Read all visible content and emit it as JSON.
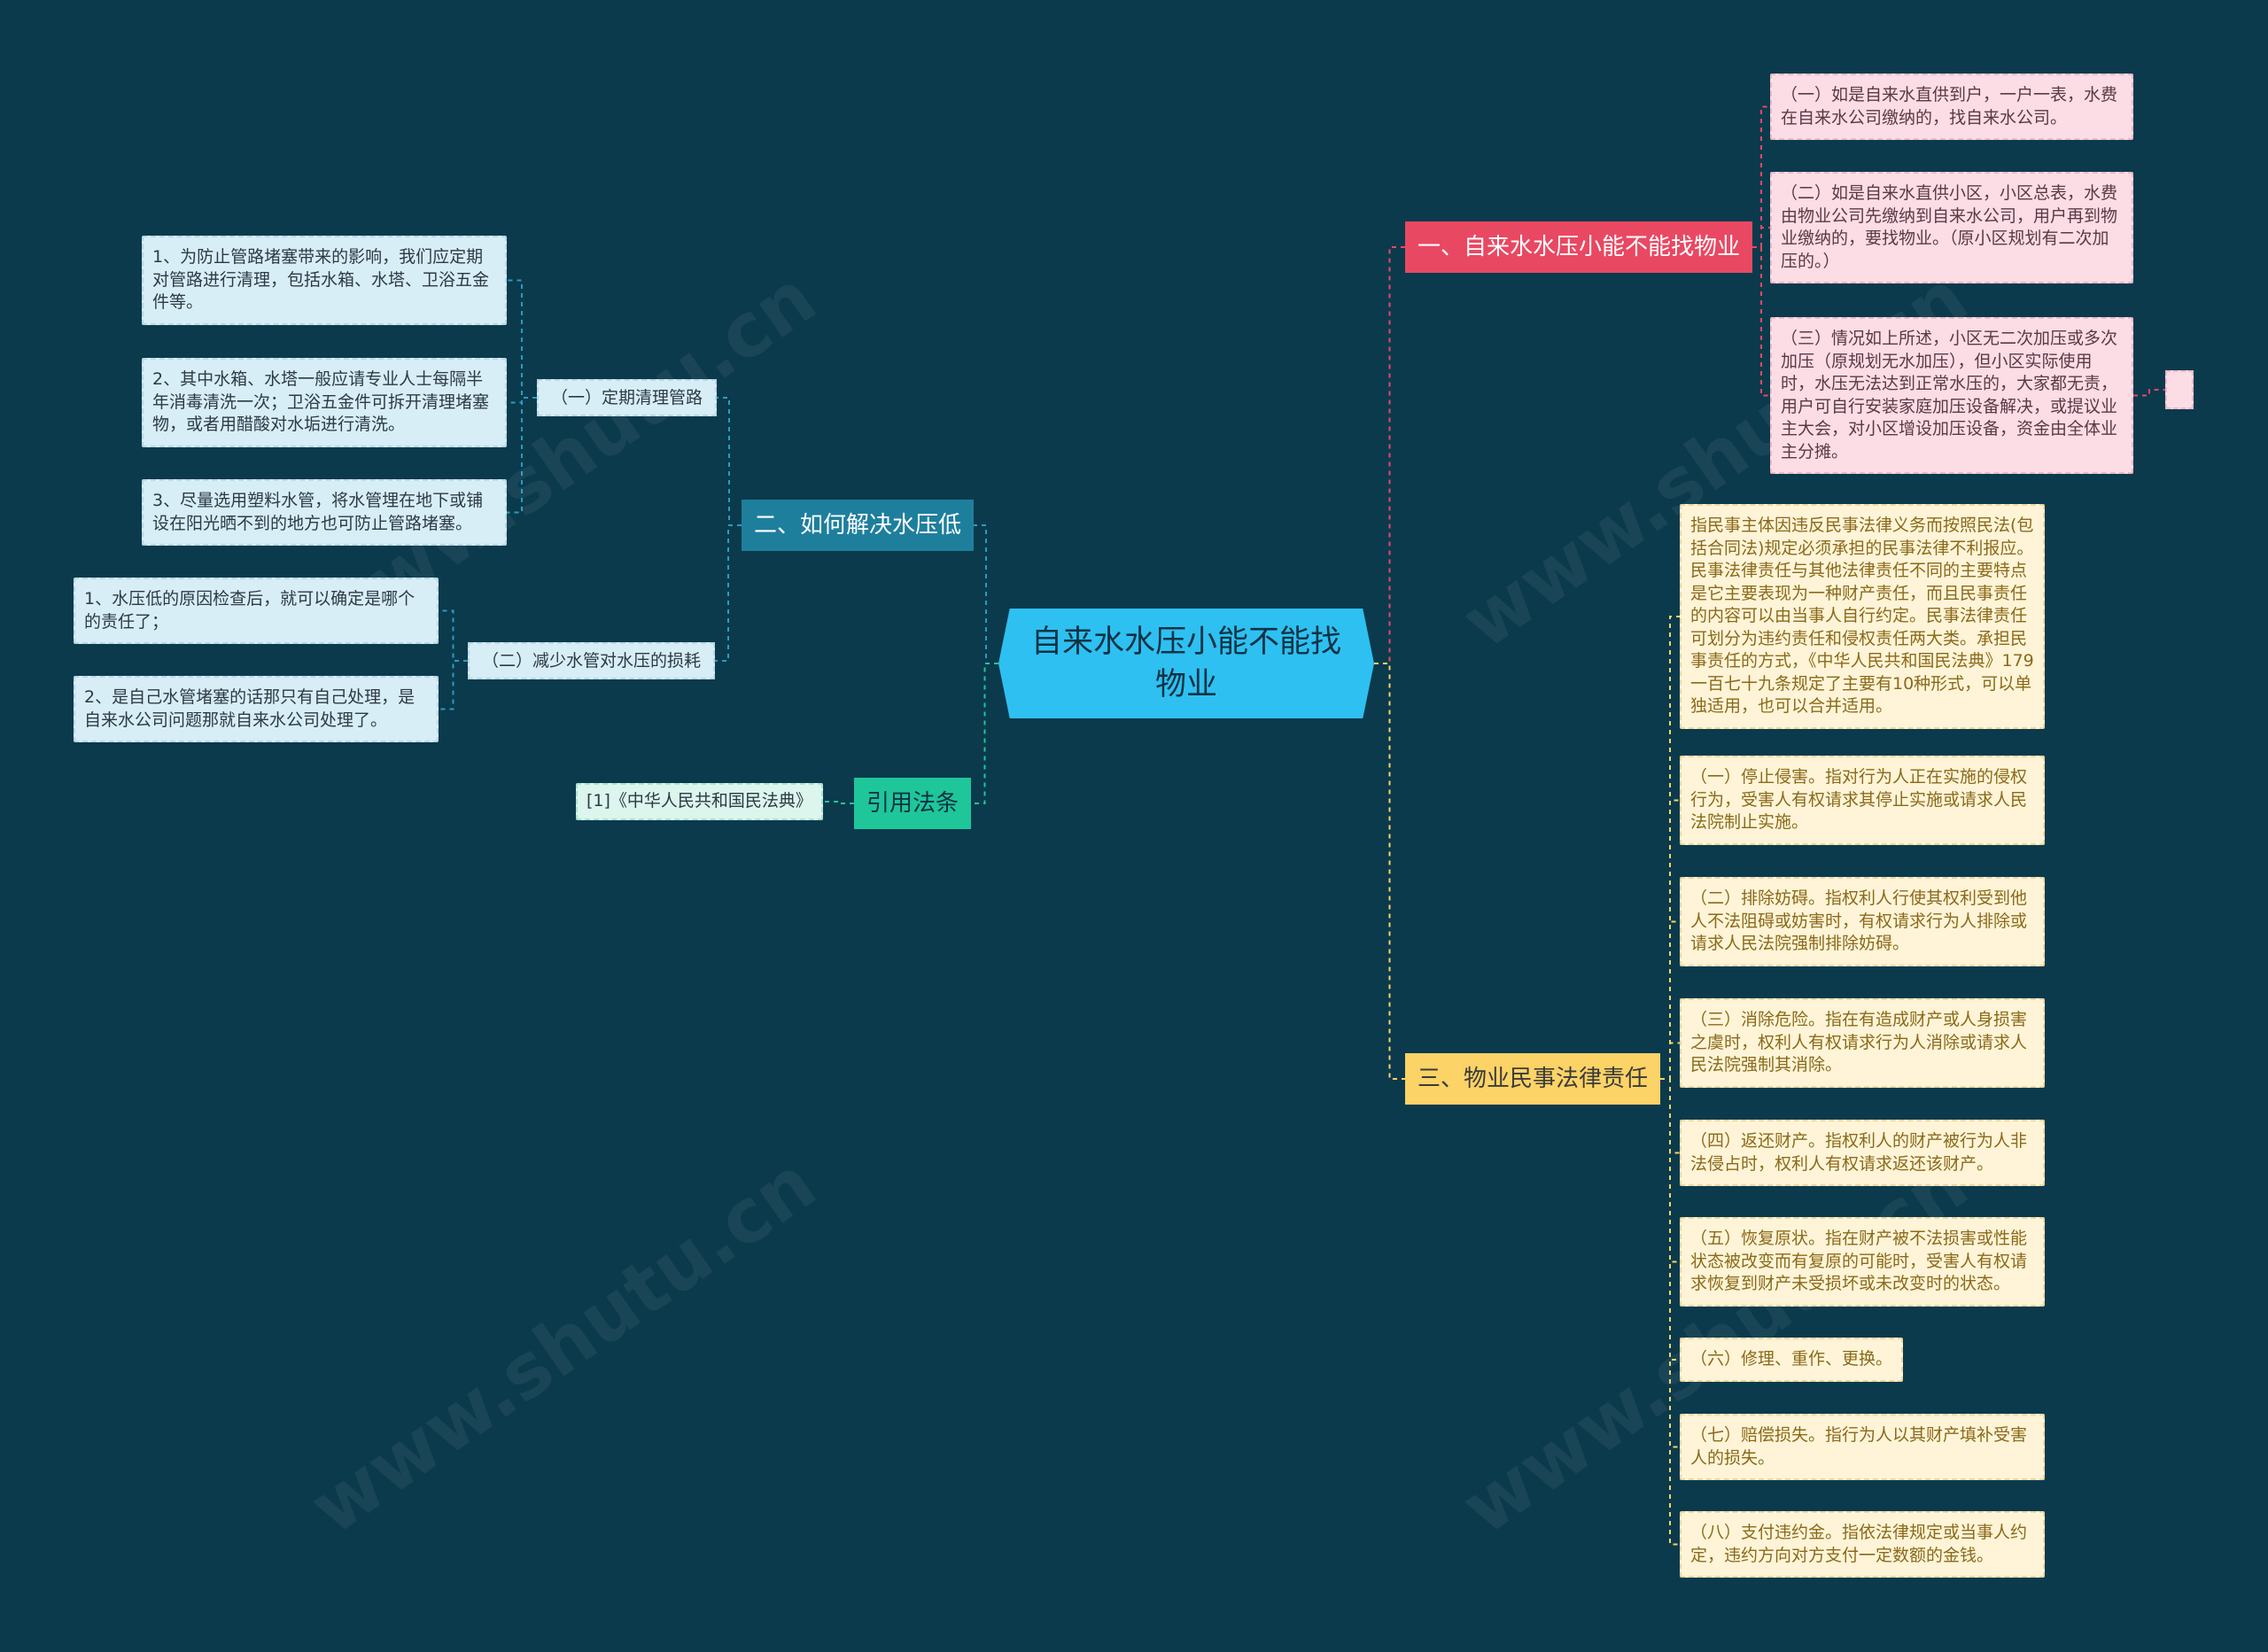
{
  "colors": {
    "background": "#0b3a4d",
    "center": "#2ec0f1",
    "branch1": "#e94862",
    "branch2": "#1e7f9d",
    "branch3": "#fbd366",
    "branch4": "#1fc69a"
  },
  "center": {
    "label": "自来水水压小能不能找物业"
  },
  "branch1": {
    "label": "一、自来水水压小能不能找物业",
    "leaves": [
      "（一）如是自来水直供到户，一户一表，水费在自来水公司缴纳的，找自来水公司。",
      "（二）如是自来水直供小区，小区总表，水费由物业公司先缴纳到自来水公司，用户再到物业缴纳的，要找物业。（原小区规划有二次加压的。）",
      "（三）情况如上所述，小区无二次加压或多次加压（原规划无水加压），但小区实际使用时，水压无法达到正常水压的，大家都无责，用户可自行安装家庭加压设备解决，或提议业主大会，对小区增设加压设备，资金由全体业主分摊。"
    ]
  },
  "branch2": {
    "label": "二、如何解决水压低",
    "sub1": {
      "label": "（一）定期清理管路",
      "leaves": [
        "1、为防止管路堵塞带来的影响，我们应定期对管路进行清理，包括水箱、水塔、卫浴五金件等。",
        "2、其中水箱、水塔一般应请专业人士每隔半年消毒清洗一次；卫浴五金件可拆开清理堵塞物，或者用醋酸对水垢进行清洗。",
        "3、尽量选用塑料水管，将水管埋在地下或铺设在阳光晒不到的地方也可防止管路堵塞。"
      ]
    },
    "sub2": {
      "label": "（二）减少水管对水压的损耗",
      "leaves": [
        "1、水压低的原因检查后，就可以确定是哪个的责任了；",
        "2、是自己水管堵塞的话那只有自己处理，是自来水公司问题那就自来水公司处理了。"
      ]
    }
  },
  "branch3": {
    "label": "三、物业民事法律责任",
    "leaves": [
      "指民事主体因违反民事法律义务而按照民法(包括合同法)规定必须承担的民事法律不利报应。民事法律责任与其他法律责任不同的主要特点是它主要表现为一种财产责任，而且民事责任的内容可以由当事人自行约定。民事法律责任可划分为违约责任和侵权责任两大类。承担民事责任的方式，《中华人民共和国民法典》179一百七十九条规定了主要有10种形式，可以单独适用，也可以合并适用。",
      "（一）停止侵害。指对行为人正在实施的侵权行为，受害人有权请求其停止实施或请求人民法院制止实施。",
      "（二）排除妨碍。指权利人行使其权利受到他人不法阻碍或妨害时，有权请求行为人排除或请求人民法院强制排除妨碍。",
      "（三）消除危险。指在有造成财产或人身损害之虞时，权利人有权请求行为人消除或请求人民法院强制其消除。",
      "（四）返还财产。指权利人的财产被行为人非法侵占时，权利人有权请求返还该财产。",
      "（五）恢复原状。指在财产被不法损害或性能状态被改变而有复原的可能时，受害人有权请求恢复到财产未受损坏或未改变时的状态。",
      "（六）修理、重作、更换。",
      "（七）赔偿损失。指行为人以其财产填补受害人的损失。",
      "（八）支付违约金。指依法律规定或当事人约定，违约方向对方支付一定数额的金钱。"
    ]
  },
  "branch4": {
    "label": "引用法条",
    "leaves": [
      "[1]《中华人民共和国民法典》"
    ]
  }
}
